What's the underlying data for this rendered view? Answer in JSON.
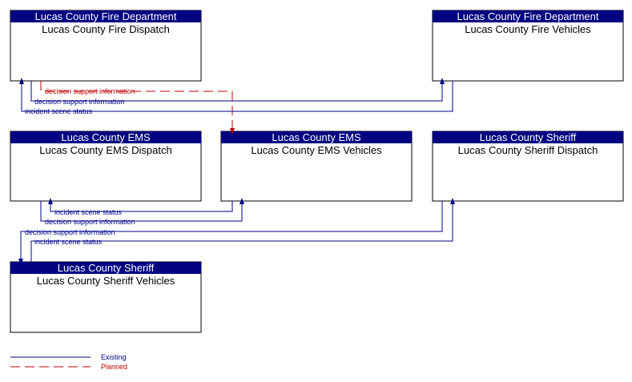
{
  "colors": {
    "existing": "#00008b",
    "planned": "#c00000",
    "header": "#000080"
  },
  "nodes": [
    {
      "id": "fire-dispatch",
      "owner": "Lucas County Fire Department",
      "name": "Lucas County Fire Dispatch"
    },
    {
      "id": "fire-vehicles",
      "owner": "Lucas County Fire Department",
      "name": "Lucas County Fire Vehicles"
    },
    {
      "id": "ems-dispatch",
      "owner": "Lucas County EMS",
      "name": "Lucas County EMS Dispatch"
    },
    {
      "id": "ems-vehicles",
      "owner": "Lucas County EMS",
      "name": "Lucas County EMS Vehicles"
    },
    {
      "id": "sheriff-dispatch",
      "owner": "Lucas County Sheriff",
      "name": "Lucas County Sheriff Dispatch"
    },
    {
      "id": "sheriff-vehicles",
      "owner": "Lucas County Sheriff",
      "name": "Lucas County Sheriff Vehicles"
    }
  ],
  "flows": [
    {
      "label": "decision support information",
      "status": "planned"
    },
    {
      "label": "decision support information",
      "status": "existing"
    },
    {
      "label": "incident scene status",
      "status": "existing"
    },
    {
      "label": "incident scene status",
      "status": "existing"
    },
    {
      "label": "decision support information",
      "status": "existing"
    },
    {
      "label": "decision support information",
      "status": "existing"
    },
    {
      "label": "incident scene status",
      "status": "existing"
    }
  ],
  "legend": [
    {
      "label": "Existing",
      "status": "existing"
    },
    {
      "label": "Planned",
      "status": "planned"
    }
  ]
}
